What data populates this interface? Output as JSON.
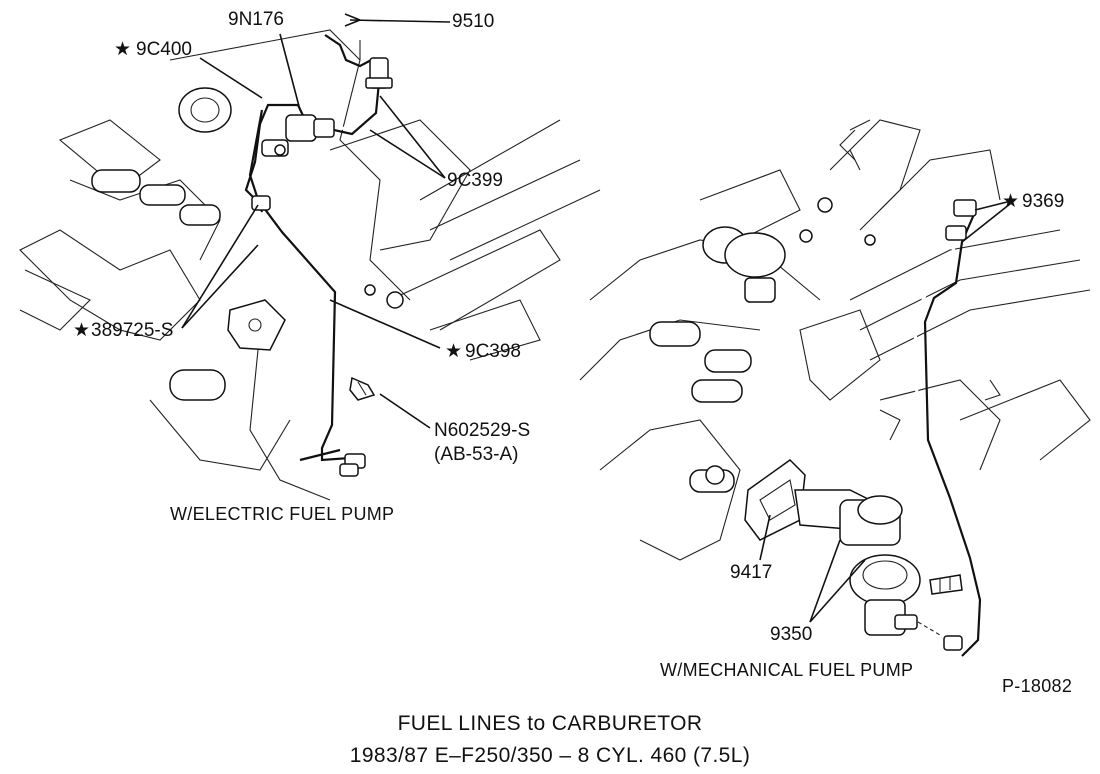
{
  "diagram": {
    "title": "FUEL LINES to CARBURETOR",
    "subtitle": "1983/87 E–F250/350 – 8 CYL. 460 (7.5L)",
    "figure_number": "P-18082",
    "star_symbol": "★",
    "left_view": {
      "caption": "W/ELECTRIC FUEL PUMP",
      "labels": {
        "p9n176": "9N176",
        "p9510": "9510",
        "p9c400": "9C400",
        "p9c399": "9C399",
        "p389725s": "389725-S",
        "p9c398": "9C398",
        "pn602529s": "N602529-S",
        "pab53a": "(AB-53-A)"
      }
    },
    "right_view": {
      "caption": "W/MECHANICAL FUEL PUMP",
      "labels": {
        "p9369": "9369",
        "p9417": "9417",
        "p9350": "9350"
      }
    }
  }
}
